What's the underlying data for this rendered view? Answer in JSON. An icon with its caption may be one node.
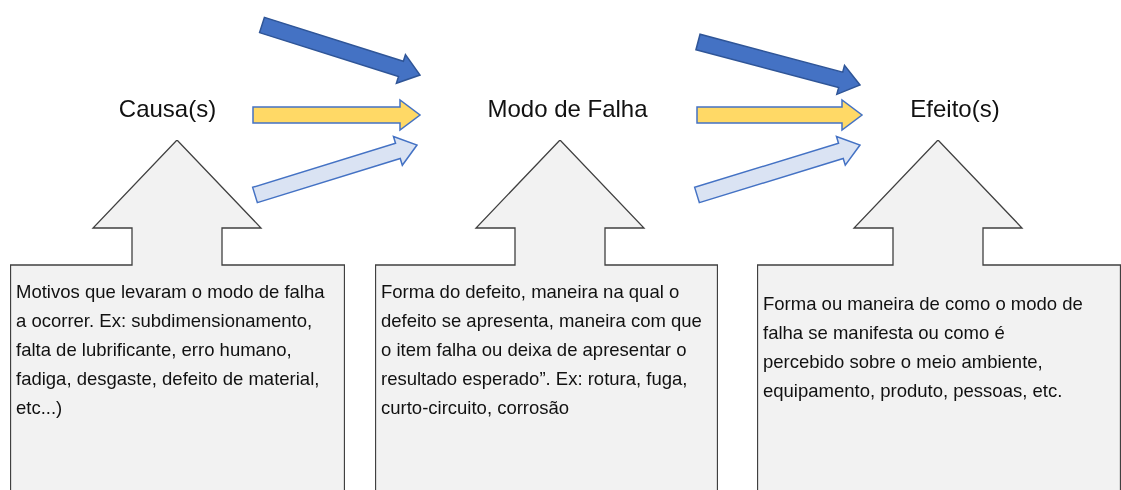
{
  "diagram": {
    "nodes": [
      {
        "text": [
          "Causa(s)"
        ]
      },
      {
        "text": [
          "Modo de Falha"
        ]
      },
      {
        "text": [
          "Efeito(s)"
        ]
      },
      {
        "text": [
          "Motivos que levaram o modo de falha a ocorrer. Ex: subdimensionamento, falta de lubrificante, erro humano, fadiga, desgaste, defeito de material, etc...)"
        ]
      },
      {
        "text": [
          "Forma do defeito, maneira na qual o defeito se apresenta, maneira com que o item falha ou deixa de apresentar o resultado esperado”. Ex: rotura, fuga, curto-circuito, corrosão"
        ]
      },
      {
        "text": [
          "Forma ou maneira de como o modo de falha se manifesta ou como é percebido sobre o meio ambiente, equipamento, produto, pessoas, etc."
        ]
      }
    ],
    "edges": [
      {
        "from": 0,
        "to": 1,
        "arrow": "to",
        "style": "thick",
        "color": "#4472c4"
      },
      {
        "from": 0,
        "to": 1,
        "arrow": "to",
        "style": "thick",
        "color": "#ffd966"
      },
      {
        "from": 0,
        "to": 1,
        "arrow": "to",
        "style": "thick",
        "color": "#dae3f3"
      },
      {
        "from": 1,
        "to": 2,
        "arrow": "to",
        "style": "thick",
        "color": "#4472c4"
      },
      {
        "from": 1,
        "to": 2,
        "arrow": "to",
        "style": "thick",
        "color": "#ffd966"
      },
      {
        "from": 1,
        "to": 2,
        "arrow": "to",
        "style": "thick",
        "color": "#dae3f3"
      }
    ]
  }
}
